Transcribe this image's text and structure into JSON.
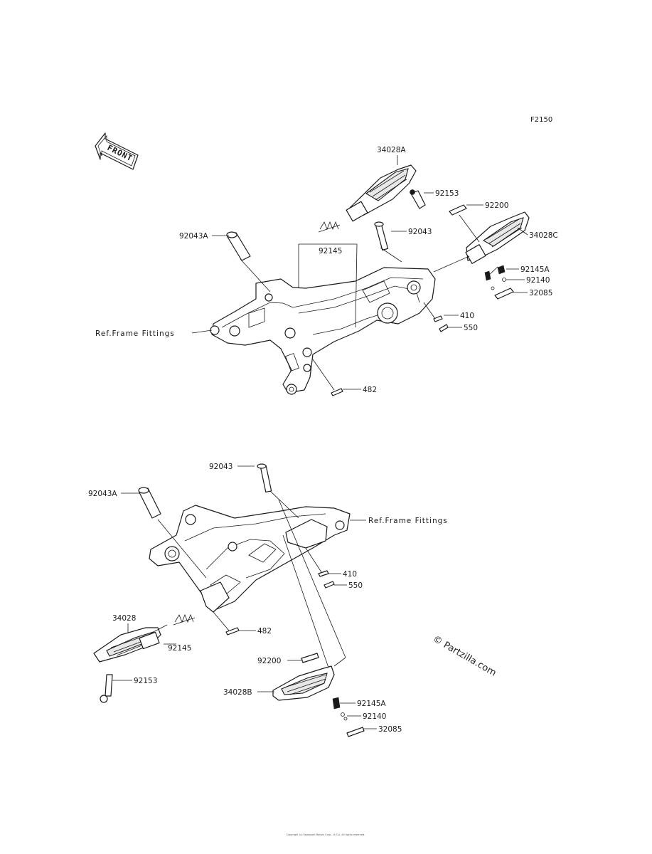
{
  "diagram_code": "F2150",
  "front_arrow_label": "FRONT",
  "watermark": "© Partzilla.com",
  "footer_text": "Copyright (c) Kawasaki Motors Corp., U.S.A. All rights reserved.",
  "upper": {
    "ref_frame_label": "Ref.Frame Fittings",
    "callouts": {
      "p34028A": "34028A",
      "p92153": "92153",
      "p92200": "92200",
      "p92043": "92043",
      "p34028C": "34028C",
      "p92043A": "92043A",
      "p92145": "92145",
      "p92145A": "92145A",
      "p92140": "92140",
      "p32085": "32085",
      "p410": "410",
      "p550": "550",
      "p482": "482"
    }
  },
  "lower": {
    "ref_frame_label": "Ref.Frame Fittings",
    "callouts": {
      "p92043": "92043",
      "p92043A": "92043A",
      "p410": "410",
      "p550": "550",
      "p482": "482",
      "p34028": "34028",
      "p92145": "92145",
      "p92153": "92153",
      "p92200": "92200",
      "p34028B": "34028B",
      "p92145A": "92145A",
      "p92140": "92140",
      "p32085": "32085"
    }
  }
}
